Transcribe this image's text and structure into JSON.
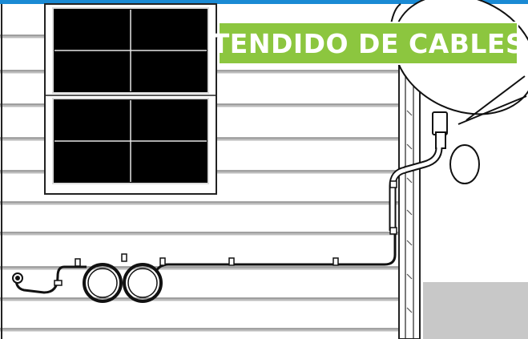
{
  "title": "TENDIDO DE CABLES",
  "colors": {
    "top_bar": "#1a8ad4",
    "title_background": "#8cc63f",
    "title_text": "#ffffff",
    "line_art": "#111111",
    "window_glass": "#000000",
    "ground": "#c8c8c8",
    "siding": "#ffffff"
  },
  "icons": [
    "house-siding",
    "window",
    "satellite-dish",
    "coiled-cable",
    "cable-clip",
    "ground-block"
  ]
}
